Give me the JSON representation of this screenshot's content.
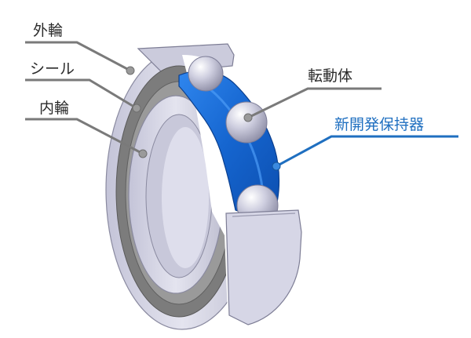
{
  "labels": {
    "outer_ring": "外輪",
    "seal": "シール",
    "inner_ring": "内輪",
    "rolling_element": "転動体",
    "retainer": "新開発保持器"
  },
  "colors": {
    "ring_face": "#d9d9e8",
    "ring_shadow": "#b4b4c8",
    "seal": "#7c7c7c",
    "retainer": "#1e6fd6",
    "ball": "#c9c9d9",
    "leader_gray": "#7a7a7a",
    "leader_blue": "#1f6fc0"
  }
}
